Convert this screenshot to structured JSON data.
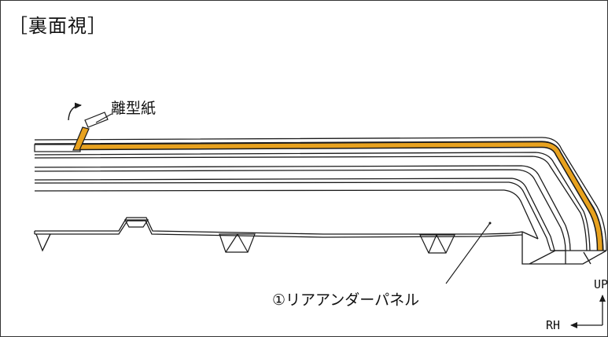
{
  "view_title": "［裏面視］",
  "labels": {
    "release_paper": "離型紙",
    "part": "①リアアンダーパネル"
  },
  "orientation": {
    "up": "UP",
    "right_hand": "RH"
  },
  "colors": {
    "tape": "#e8a21f",
    "line": "#1a1a1a",
    "background": "#ffffff"
  },
  "icons": [
    "peel-arrow-icon",
    "up-arrow-icon",
    "left-arrow-icon"
  ]
}
